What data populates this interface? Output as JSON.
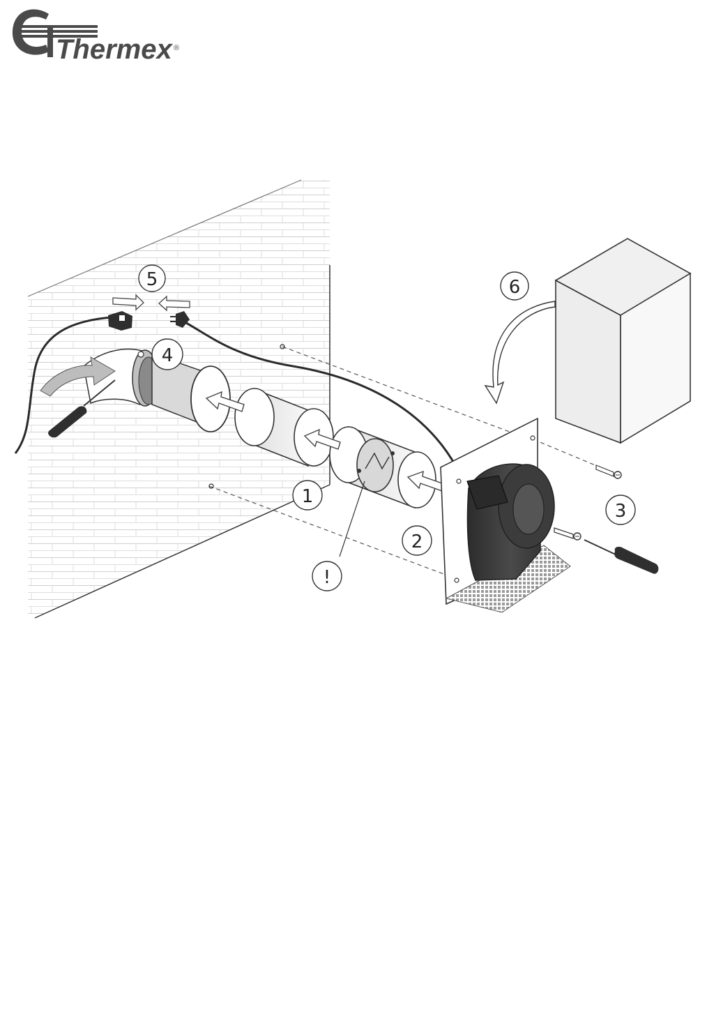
{
  "brand": {
    "name": "Thermex",
    "registered_mark": "®",
    "color": "#4a4a4a"
  },
  "steps": {
    "s1": "1",
    "s2": "2",
    "s3": "3",
    "s4": "4",
    "s5": "5",
    "s6": "6",
    "warning": "!"
  }
}
